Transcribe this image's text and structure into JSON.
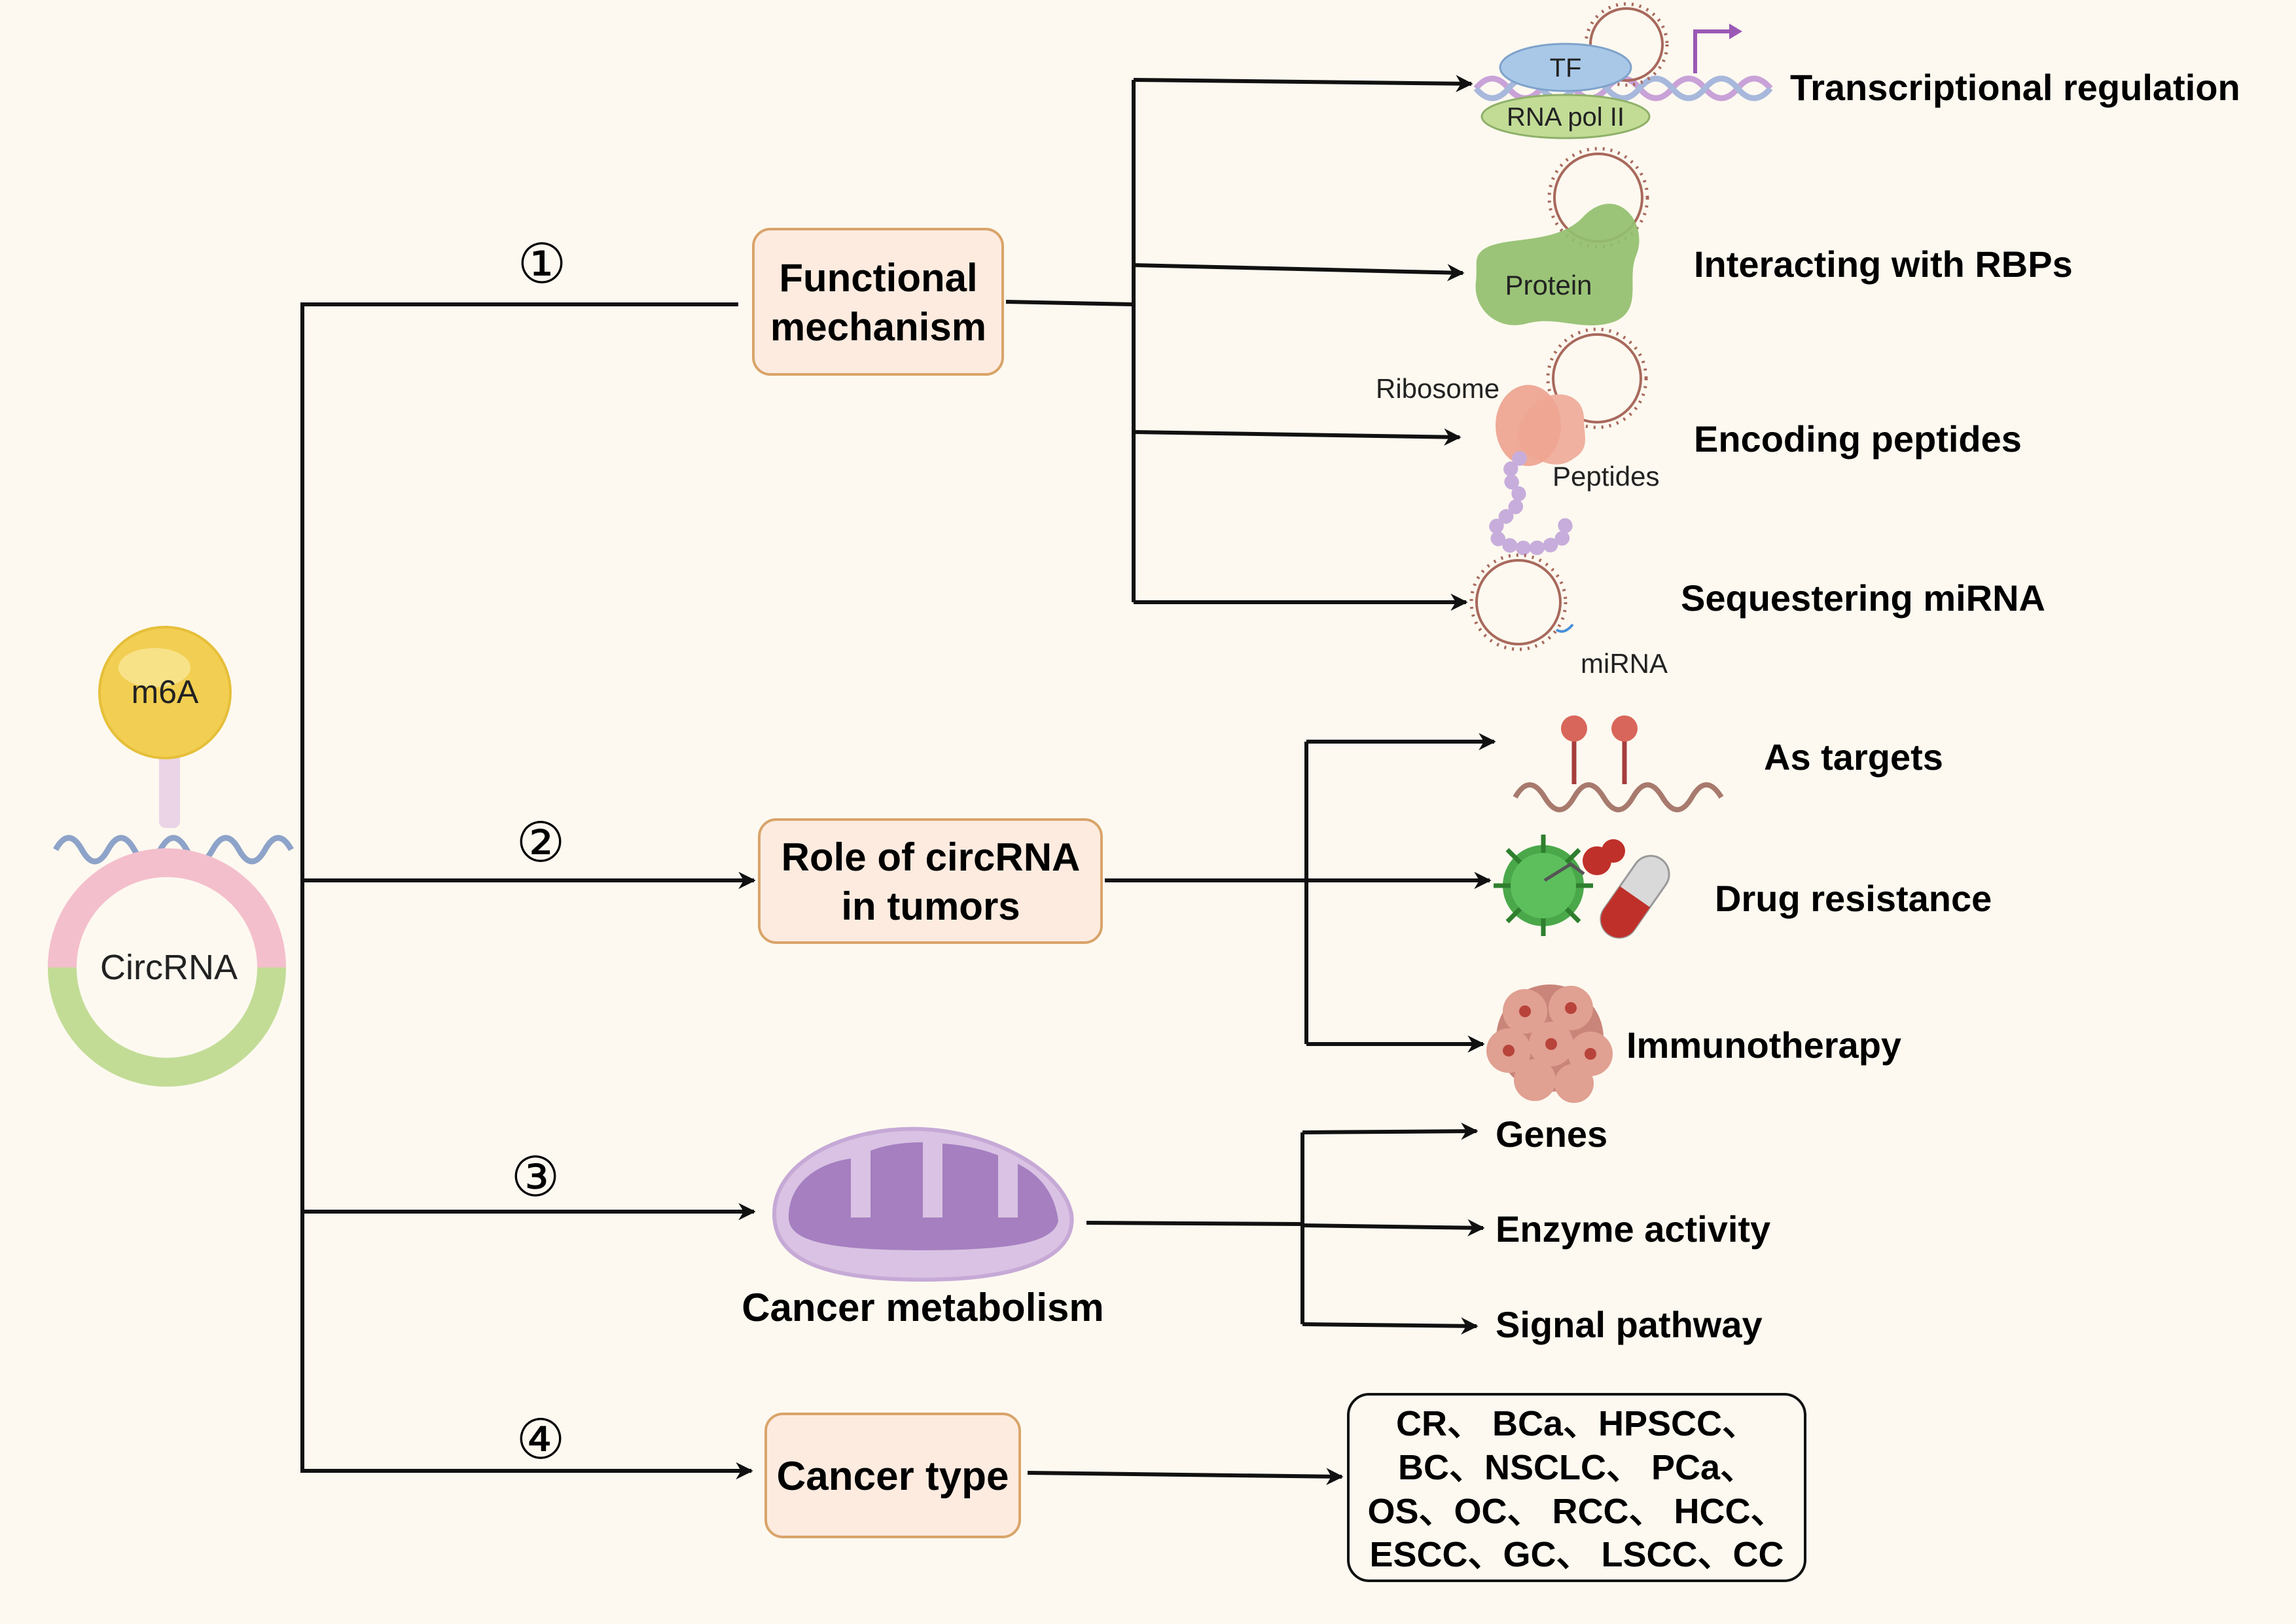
{
  "left": {
    "m6a_label": "m6A",
    "circrna_label": "CircRNA"
  },
  "branches": [
    {
      "number": "①",
      "lines": [
        "Functional",
        "mechanism"
      ]
    },
    {
      "number": "②",
      "lines": [
        "Role of circRNA",
        "in tumors"
      ]
    },
    {
      "number": "③",
      "lines": [
        "Cancer metabolism"
      ]
    },
    {
      "number": "④",
      "lines": [
        "Cancer type"
      ]
    }
  ],
  "mechanisms": [
    {
      "label": "Transcriptional regulation"
    },
    {
      "label": "Interacting with RBPs"
    },
    {
      "label": "Encoding peptides"
    },
    {
      "label": "Sequestering miRNA"
    }
  ],
  "icon_labels": {
    "tf": "TF",
    "rna_pol": "RNA pol II",
    "protein": "Protein",
    "ribosome": "Ribosome",
    "peptides": "Peptides",
    "mirna": "miRNA"
  },
  "tumor_roles": [
    {
      "label": "As targets"
    },
    {
      "label": "Drug resistance"
    },
    {
      "label": "Immunotherapy"
    }
  ],
  "metabolism": [
    {
      "label": "Genes"
    },
    {
      "label": "Enzyme activity"
    },
    {
      "label": "Signal pathway"
    }
  ],
  "cancer_types": [
    "CR、 BCa、HPSCC、",
    "BC、NSCLC、 PCa、",
    "OS、OC、 RCC、 HCC、",
    "ESCC、GC、 LSCC、CC"
  ],
  "colors": {
    "background": "#fdf9f0",
    "box_fill": "#fdebe0",
    "box_stroke": "#d9a46a",
    "m6a_yellow": "#f2cf52",
    "ring_pink": "#f4bfcc",
    "ring_green": "#c2dc96",
    "protein_green": "#93bf6e",
    "ribosome_salmon": "#f0b1a0",
    "peptide_purple": "#c7addb",
    "circ_tick": "#a8695c",
    "mito_outer": "#d9c2e3",
    "mito_inner": "#a57fc0",
    "arrow": "#111111"
  }
}
